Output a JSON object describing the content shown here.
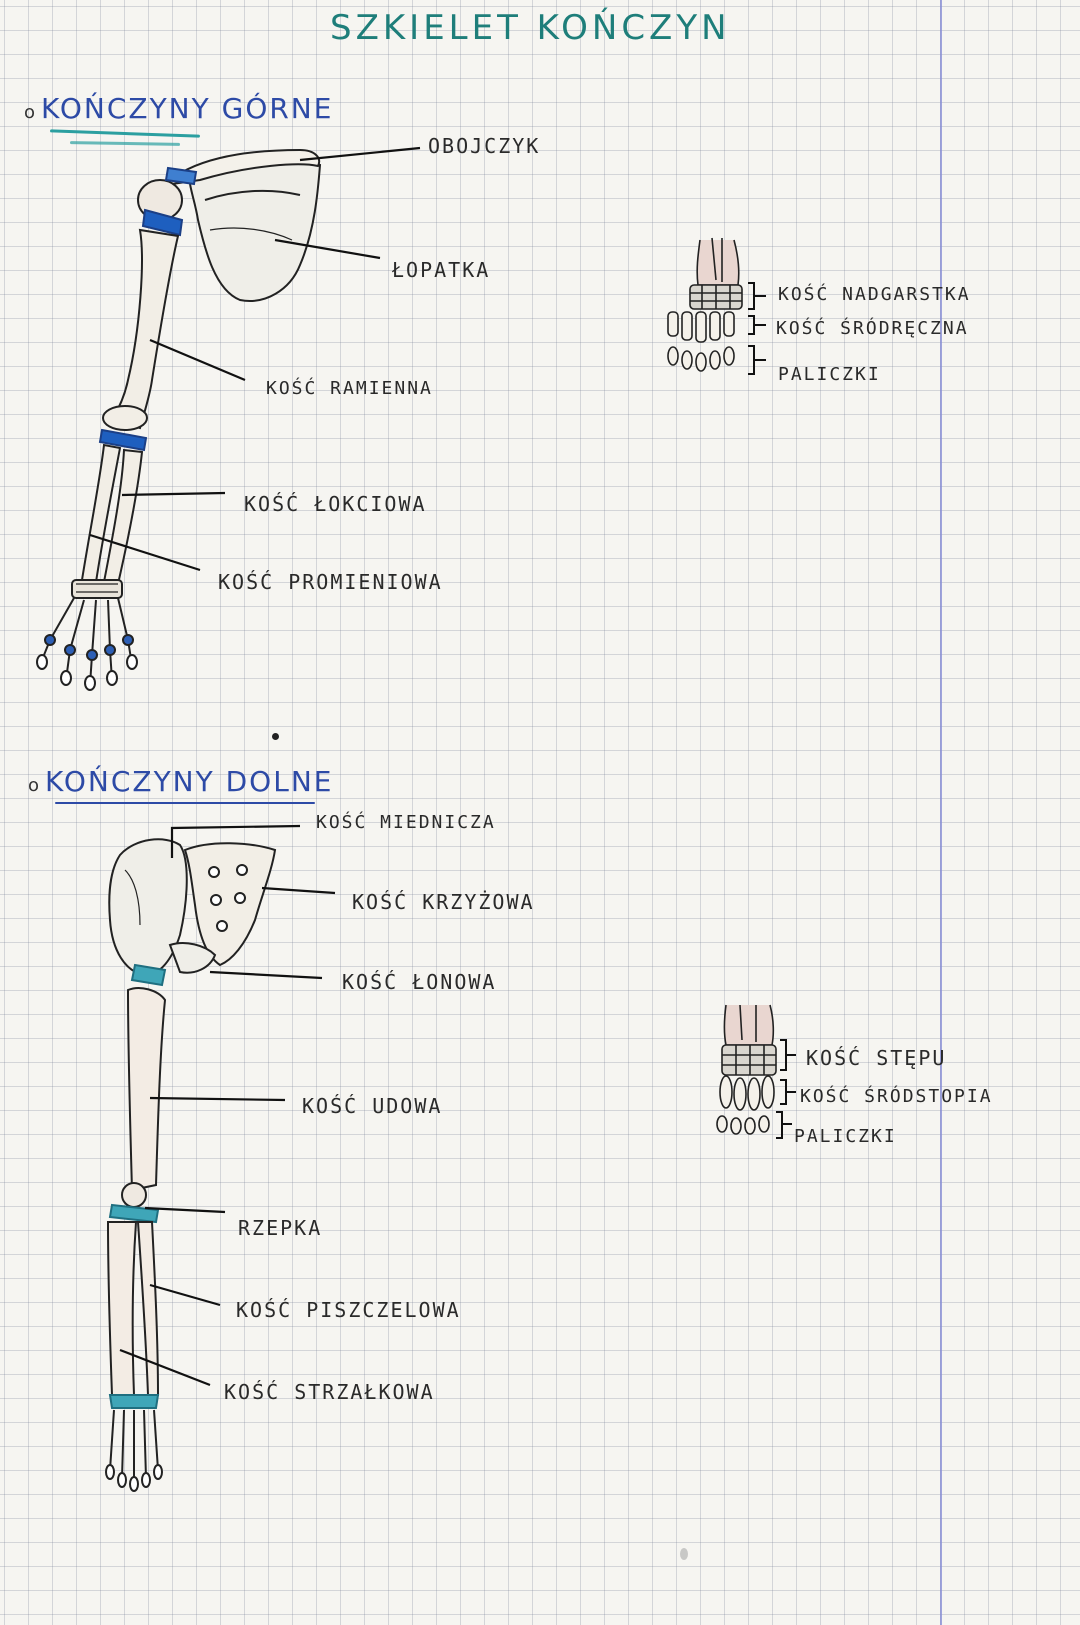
{
  "title": "SZKIELET KOŃCZYN",
  "upper": {
    "heading": "KOŃCZYNY GÓRNE",
    "bullet": "o",
    "labels": {
      "clavicle": "OBOJCZYK",
      "scapula": "ŁOPATKA",
      "humerus": "KOŚĆ RAMIENNA",
      "ulna": "KOŚĆ ŁOKCIOWA",
      "radius": "KOŚĆ PROMIENIOWA"
    },
    "hand_labels": {
      "carpals": "KOŚĆ NADGARSTKA",
      "metacarpals": "KOŚĆ ŚRÓDRĘCZNA",
      "phalanges": "PALICZKI"
    }
  },
  "lower": {
    "heading": "KOŃCZYNY DOLNE",
    "bullet": "o",
    "labels": {
      "hip": "KOŚĆ MIEDNICZA",
      "sacrum": "KOŚĆ KRZYŻOWA",
      "pubis": "KOŚĆ ŁONOWA",
      "femur": "KOŚĆ UDOWA",
      "patella": "RZEPKA",
      "tibia": "KOŚĆ PISZCZELOWA",
      "fibula": "KOŚĆ STRZAŁKOWA"
    },
    "foot_labels": {
      "tarsals": "KOŚĆ STĘPU",
      "metatarsals": "KOŚĆ ŚRÓDSTOPIA",
      "phalanges": "PALICZKI"
    }
  },
  "colors": {
    "title": "#1e7e7a",
    "heading": "#2d4aa6",
    "joint_blue": "#1e5fbf",
    "joint_teal": "#3fa6b8",
    "grid": "#8a92a6",
    "margin_line": "#8a8fd6"
  }
}
